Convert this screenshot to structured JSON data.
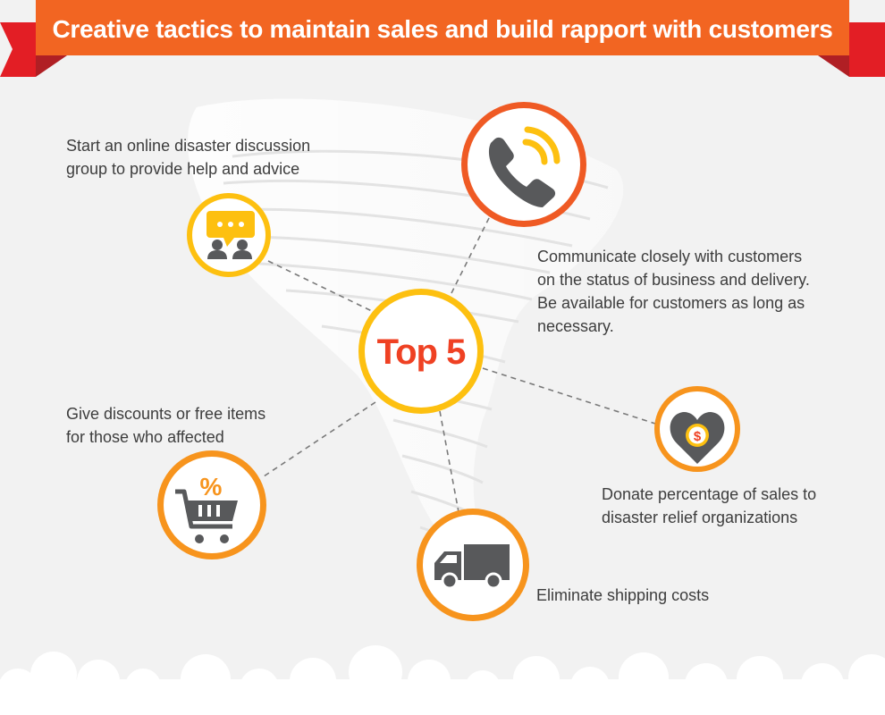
{
  "title": "Creative tactics to maintain sales and build rapport with customers",
  "center_label": "Top 5",
  "tactics": [
    {
      "icon": "discussion-group-icon",
      "lines": [
        "Start an online disaster discussion",
        "group to provide help and advice"
      ]
    },
    {
      "icon": "phone-icon",
      "lines": [
        "Communicate closely with customers",
        "on the status of business and delivery.",
        "Be available for customers as long as",
        "necessary."
      ]
    },
    {
      "icon": "heart-dollar-icon",
      "lines": [
        "Donate percentage of sales to",
        "disaster relief organizations"
      ]
    },
    {
      "icon": "shopping-cart-percent-icon",
      "lines": [
        "Give discounts or free items",
        "for those who affected"
      ]
    },
    {
      "icon": "delivery-truck-icon",
      "lines": [
        "Eliminate shipping costs"
      ]
    }
  ],
  "colors": {
    "banner": "#f26522",
    "banner_fold": "#b01f24",
    "banner_tail": "#e31e25",
    "ring_orange": "#f7941d",
    "ring_red": "#ef5a24",
    "ring_yellow": "#fdc010",
    "icon_gray": "#58595b",
    "top5_text": "#ef4123",
    "text": "#3d3d3d"
  }
}
